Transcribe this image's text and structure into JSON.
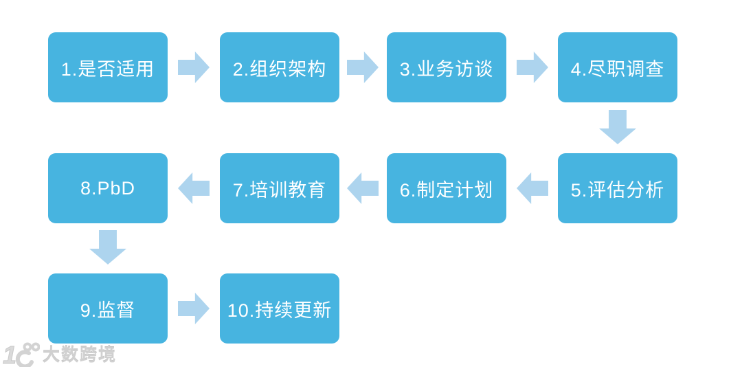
{
  "flowchart": {
    "steps": [
      {
        "label": "1.是否适用"
      },
      {
        "label": "2.组织架构"
      },
      {
        "label": "3.业务访谈"
      },
      {
        "label": "4.尽职调查"
      },
      {
        "label": "5.评估分析"
      },
      {
        "label": "6.制定计划"
      },
      {
        "label": "7.培训教育"
      },
      {
        "label": "8.PbD"
      },
      {
        "label": "9.监督"
      },
      {
        "label": "10.持续更新"
      }
    ],
    "flow_order": "1→2→3→4→5→6→7→8→9→10",
    "colors": {
      "box": "#47B4E0",
      "arrow": "#ADD4EE",
      "text": "#FFFFFF"
    }
  },
  "watermark": {
    "text": "大数跨境"
  }
}
